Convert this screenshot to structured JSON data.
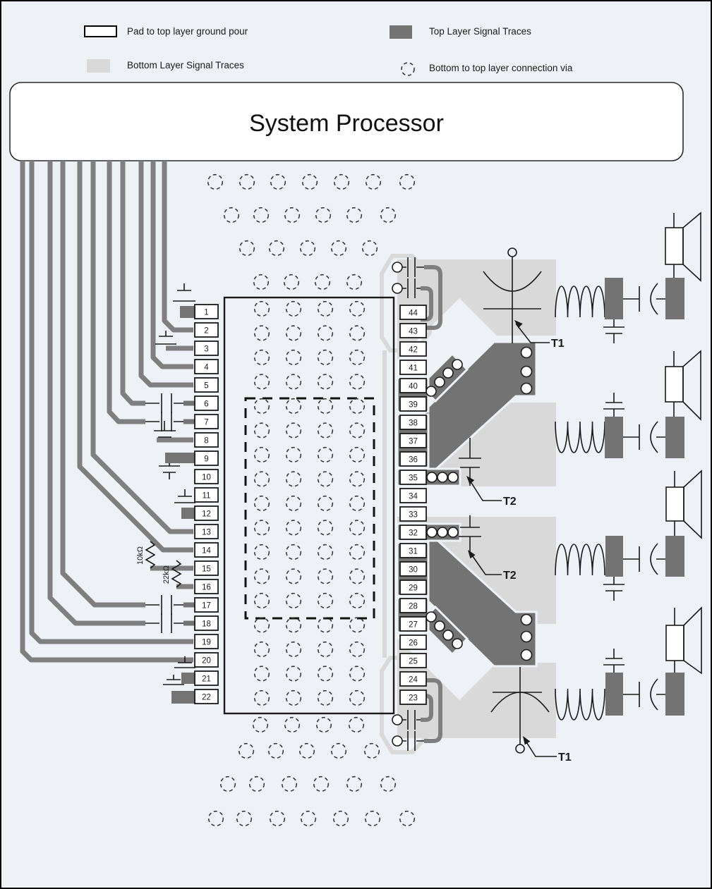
{
  "legend": {
    "items": [
      {
        "label": "Pad to top layer ground pour",
        "swatch": "pad-outline"
      },
      {
        "label": "Top Layer Signal Traces",
        "swatch": "top-layer-fill"
      },
      {
        "label": "Bottom Layer Signal Traces",
        "swatch": "bottom-layer-fill"
      },
      {
        "label": "Bottom to top layer connection via",
        "swatch": "via-dashed-circle"
      }
    ]
  },
  "processor": {
    "title": "System Processor"
  },
  "ic": {
    "left_pins": [
      "1",
      "2",
      "3",
      "4",
      "5",
      "6",
      "7",
      "8",
      "9",
      "10",
      "11",
      "12",
      "13",
      "14",
      "15",
      "16",
      "17",
      "18",
      "19",
      "20",
      "21",
      "22"
    ],
    "right_pins": [
      "44",
      "43",
      "42",
      "41",
      "40",
      "39",
      "38",
      "37",
      "36",
      "35",
      "34",
      "33",
      "32",
      "31",
      "30",
      "29",
      "28",
      "27",
      "26",
      "25",
      "24",
      "23"
    ]
  },
  "components": {
    "resistors": [
      "10kΩ",
      "22kΩ"
    ],
    "transformer_labels": {
      "t1": "T1",
      "t2": "T2"
    }
  },
  "colors": {
    "background": "#eef1f5",
    "top_layer": "#737373",
    "bottom_layer": "#d9d9d9",
    "trace_gray": "#7f7f7f"
  }
}
